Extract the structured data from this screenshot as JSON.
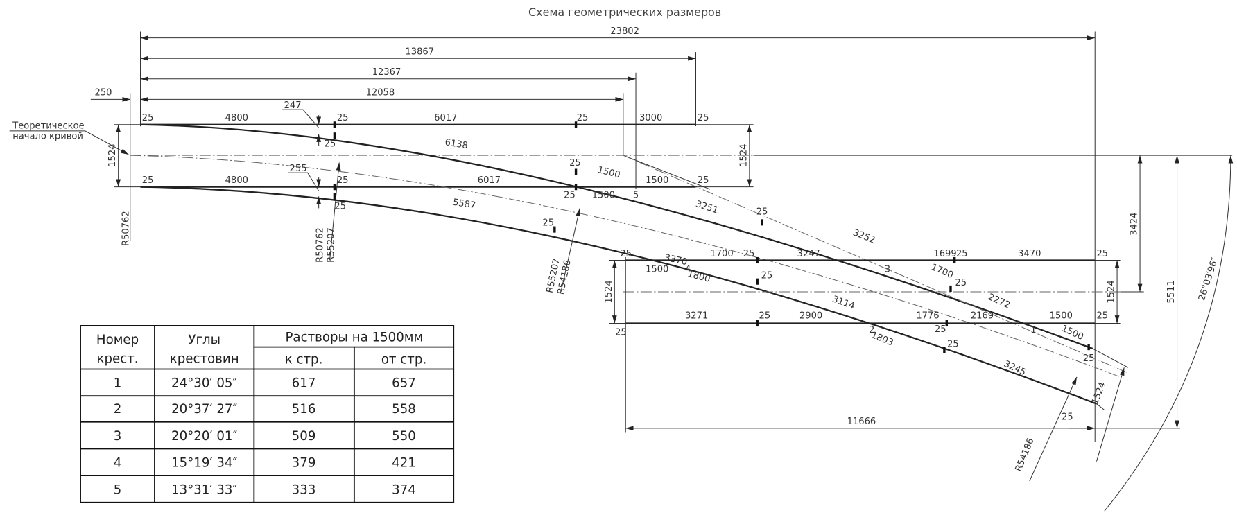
{
  "title": "Схема геометрических размеров",
  "callout": {
    "line1": "Теоретическое",
    "line2": "начало кривой"
  },
  "overall_dims": {
    "d23802": "23802",
    "d13867": "13867",
    "d12367": "12367",
    "d12058": "12058",
    "d250": "250"
  },
  "first_block": {
    "top_rail": [
      "25",
      "4800",
      "25",
      "6017",
      "25",
      "3000",
      "25"
    ],
    "bottom_rail": [
      "25",
      "4800",
      "25",
      "6017",
      "25",
      "1500",
      "5",
      "1500",
      "25"
    ],
    "gauge_left": "1524",
    "gauge_right": "1524",
    "offset_247": "247",
    "offset_255": "255",
    "small_25_a": "25",
    "small_25_b": "25",
    "radius_left": "R50762",
    "radius_mid_top": "R50762",
    "radius_mid_bottom": "R55207",
    "radius_right_top": "R55207",
    "radius_right_bottom": "R54186"
  },
  "curve_labels": {
    "upper": [
      "6138",
      "25",
      "1500",
      "3251",
      "25",
      "3252",
      "1700",
      "25",
      "2272",
      "1500",
      "25"
    ],
    "lower": [
      "5587",
      "25",
      "3370",
      "1800",
      "25",
      "3114",
      "1803",
      "25",
      "3245",
      "25"
    ]
  },
  "second_block": {
    "top_rail": [
      "25",
      "1700",
      "25",
      "3247",
      "1699",
      "25",
      "3470",
      "25"
    ],
    "top_below": [
      "1500",
      "4",
      "3"
    ],
    "bottom_rail": [
      "3271",
      "25",
      "2900",
      "1776",
      "2169",
      "1500",
      "25"
    ],
    "bottom_below": [
      "25",
      "2",
      "25",
      "1"
    ],
    "gauge_left": "1524",
    "gauge_right": "1524",
    "d3424": "3424",
    "d5511": "5511",
    "d11666": "11666",
    "angle": "26°03′96″",
    "end_gauge": "1524",
    "radius_end": "R54186"
  },
  "table": {
    "headers": {
      "number_line1": "Номер",
      "number_line2": "крест.",
      "angle_line1": "Углы",
      "angle_line2": "крестовин",
      "openings": "Растворы на 1500мм",
      "to_str": "к стр.",
      "from_str": "от стр."
    },
    "rows": [
      {
        "n": "1",
        "angle": "24°30′ 05″",
        "to": "617",
        "from": "657"
      },
      {
        "n": "2",
        "angle": "20°37′ 27″",
        "to": "516",
        "from": "558"
      },
      {
        "n": "3",
        "angle": "20°20′ 01″",
        "to": "509",
        "from": "550"
      },
      {
        "n": "4",
        "angle": "15°19′ 34″",
        "to": "379",
        "from": "421"
      },
      {
        "n": "5",
        "angle": "13°31′ 33″",
        "to": "333",
        "from": "374"
      }
    ]
  }
}
